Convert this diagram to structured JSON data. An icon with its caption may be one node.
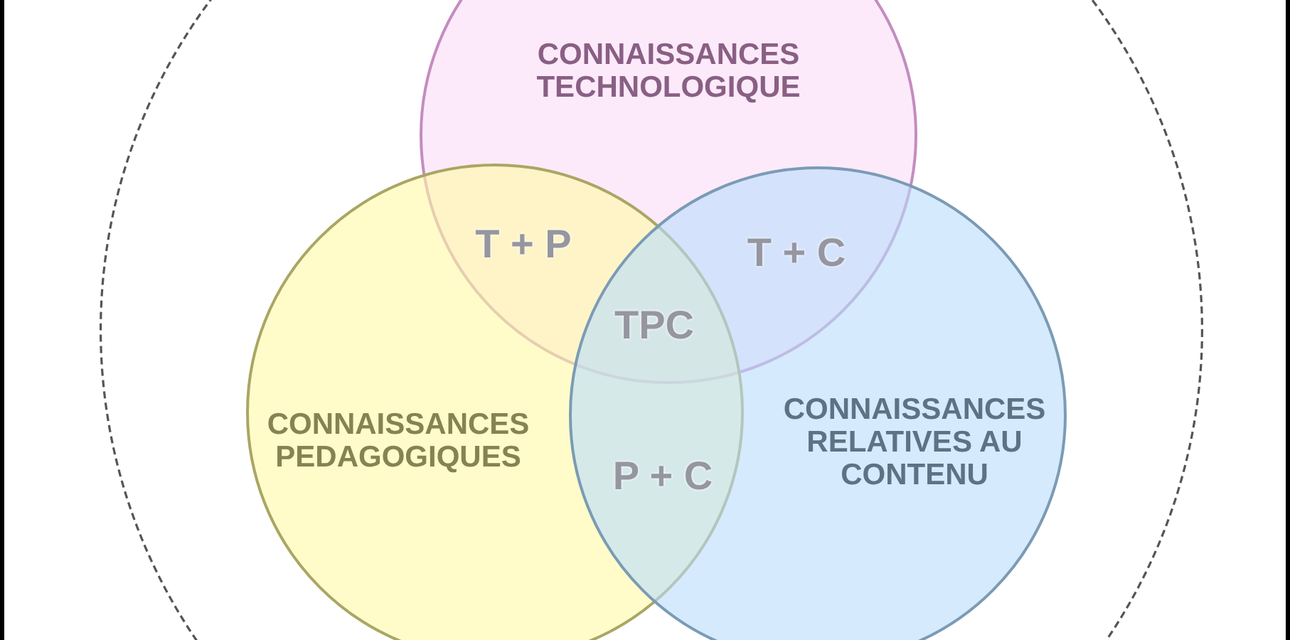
{
  "diagram": {
    "nodes": [
      {
        "text": [],
        "shape": "circle"
      },
      {
        "text": [
          "CONNAISSANCES TECHNOLOGIQUE"
        ],
        "in": 0
      },
      {
        "text": [
          "CONNAISSANCES PEDAGOGIQUES"
        ],
        "in": 0
      },
      {
        "text": [
          "CONNAISSANCES RELATIVES AU CONTENU"
        ],
        "in": 0
      }
    ],
    "labels": [
      "T + P",
      "T + C",
      "TPC",
      "P + C"
    ]
  }
}
